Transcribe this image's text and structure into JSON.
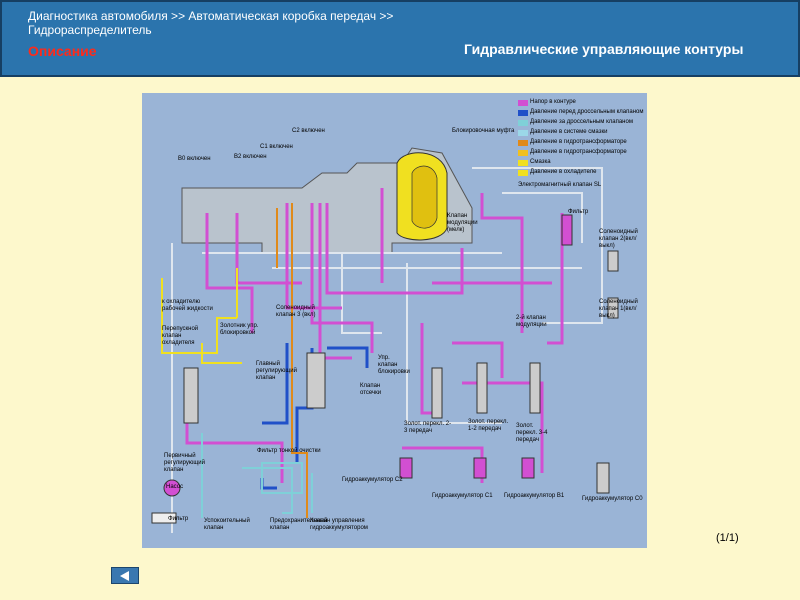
{
  "header": {
    "breadcrumb": "Диагностика автомобиля >> Автоматическая коробка передач >> Гидрораспределитель",
    "section": "Описание",
    "diagram_title": "Гидравлические управляющие контуры"
  },
  "colors": {
    "header_bg": "#2b74ad",
    "page_bg": "#fdf8cc",
    "diagram_bg": "#9ab4d6",
    "line_pressure": "#d24fd2",
    "throttle_pressure": "#2050c8",
    "governor_pressure": "#7fd0d8",
    "lubrication": "#e08a1a",
    "converter": "#f0e020",
    "section_title": "#ff2a1a"
  },
  "legend": [
    {
      "label": "Напор в контуре",
      "color": "#d24fd2"
    },
    {
      "label": "Давление перед дроссельным клапаном",
      "color": "#2050c8"
    },
    {
      "label": "Давление за дроссельным клапаном",
      "color": "#7fd0d8"
    },
    {
      "label": "Давление в системе смазки",
      "color": "#9bd8e8"
    },
    {
      "label": "Давление в гидротрансформаторе",
      "color": "#e08a1a"
    },
    {
      "label": "Давление в гидротрансформаторе",
      "color": "#f0c020"
    },
    {
      "label": "Смазка",
      "color": "#f0e020"
    },
    {
      "label": "Давление в охладителе",
      "color": "#f0e020"
    }
  ],
  "labels": {
    "b0": "B0 включен",
    "b2": "B2 включен",
    "c1": "C1 включен",
    "c2": "C2 включен",
    "lockup_clutch": "Блокировочная муфта",
    "solenoid_valve_sl": "Электромагнитный клапан SL",
    "modulator_valve": "Клапан модуляции (мелк)",
    "filter_right": "Фильтр",
    "solenoid_2": "Соленоидный клапан 2(вкл/выкл)",
    "solenoid_1": "Соленоидный клапан 1(вкл/выкл)",
    "solenoid_3": "Соленоидный клапан 3 (вкл)",
    "to_cooler": "к охладителю рабочей жидкости",
    "relief_valve": "Перепускной клапан охладителя",
    "lockup_relay": "Золотник упр. блокировкой",
    "lockup_control": "Упр. клапан блокировки",
    "main_regulator": "Главный регулирующий клапан",
    "cutback_valve": "Клапан отсечки",
    "shift_23": "Золот. перекл. 2-3 передач",
    "shift_12": "Золот. перекл. 1-2 передач",
    "shift_34": "Золот. перекл. 3-4 передач",
    "modulator_24": "2-й клапан модуляции",
    "primary_regulator": "Первичный регулирующий клапан",
    "pump": "Насос",
    "filter_bottom": "Фильтр",
    "fine_filter": "Фильтр тонкой очистки",
    "accumulator_c2": "Гидроаккумулятор C2",
    "accumulator_c1": "Гидроаккумулятор C1",
    "accumulator_b1": "Гидроаккумулятор B1",
    "accumulator_c0": "Гидроаккумулятор C0",
    "check_valve": "Успокоительный клапан",
    "safety_valve": "Предохранительный клапан",
    "throttle_valve": "Клапан управления гидроаккумулятором"
  },
  "page": {
    "counter": "(1/1)"
  },
  "nav": {
    "back_icon": "arrow-left-icon"
  }
}
